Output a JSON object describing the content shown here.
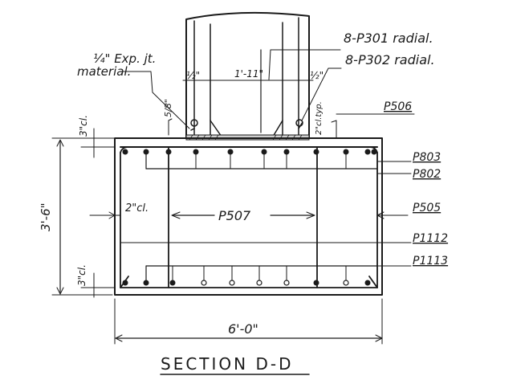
{
  "title": "SECTION D-D",
  "labels": {
    "exp_joint_line1": "¼\" Exp. jt.",
    "exp_joint_line2": "material.",
    "radial_p301": "8-P301 radial.",
    "radial_p302": "8-P302 radial.",
    "dim_half_left": "½\"",
    "dim_center": "1'-11\"",
    "dim_half_right": "½\"",
    "dim_5_8": "5/8\"",
    "dim_2cl_typ": "2\"cl.typ.",
    "dim_3cl_top": "3\"cl.",
    "dim_2cl_side": "2\"cl.",
    "dim_3cl_bottom": "3\"cl.",
    "dim_height": "3'-6\"",
    "dim_width": "6'-0\"",
    "bar_center": "P507",
    "bar_p506": "P506",
    "bar_p803": "P803",
    "bar_p802": "P802",
    "bar_p505": "P505",
    "bar_p1112": "P1112",
    "bar_p1113": "P1113"
  }
}
